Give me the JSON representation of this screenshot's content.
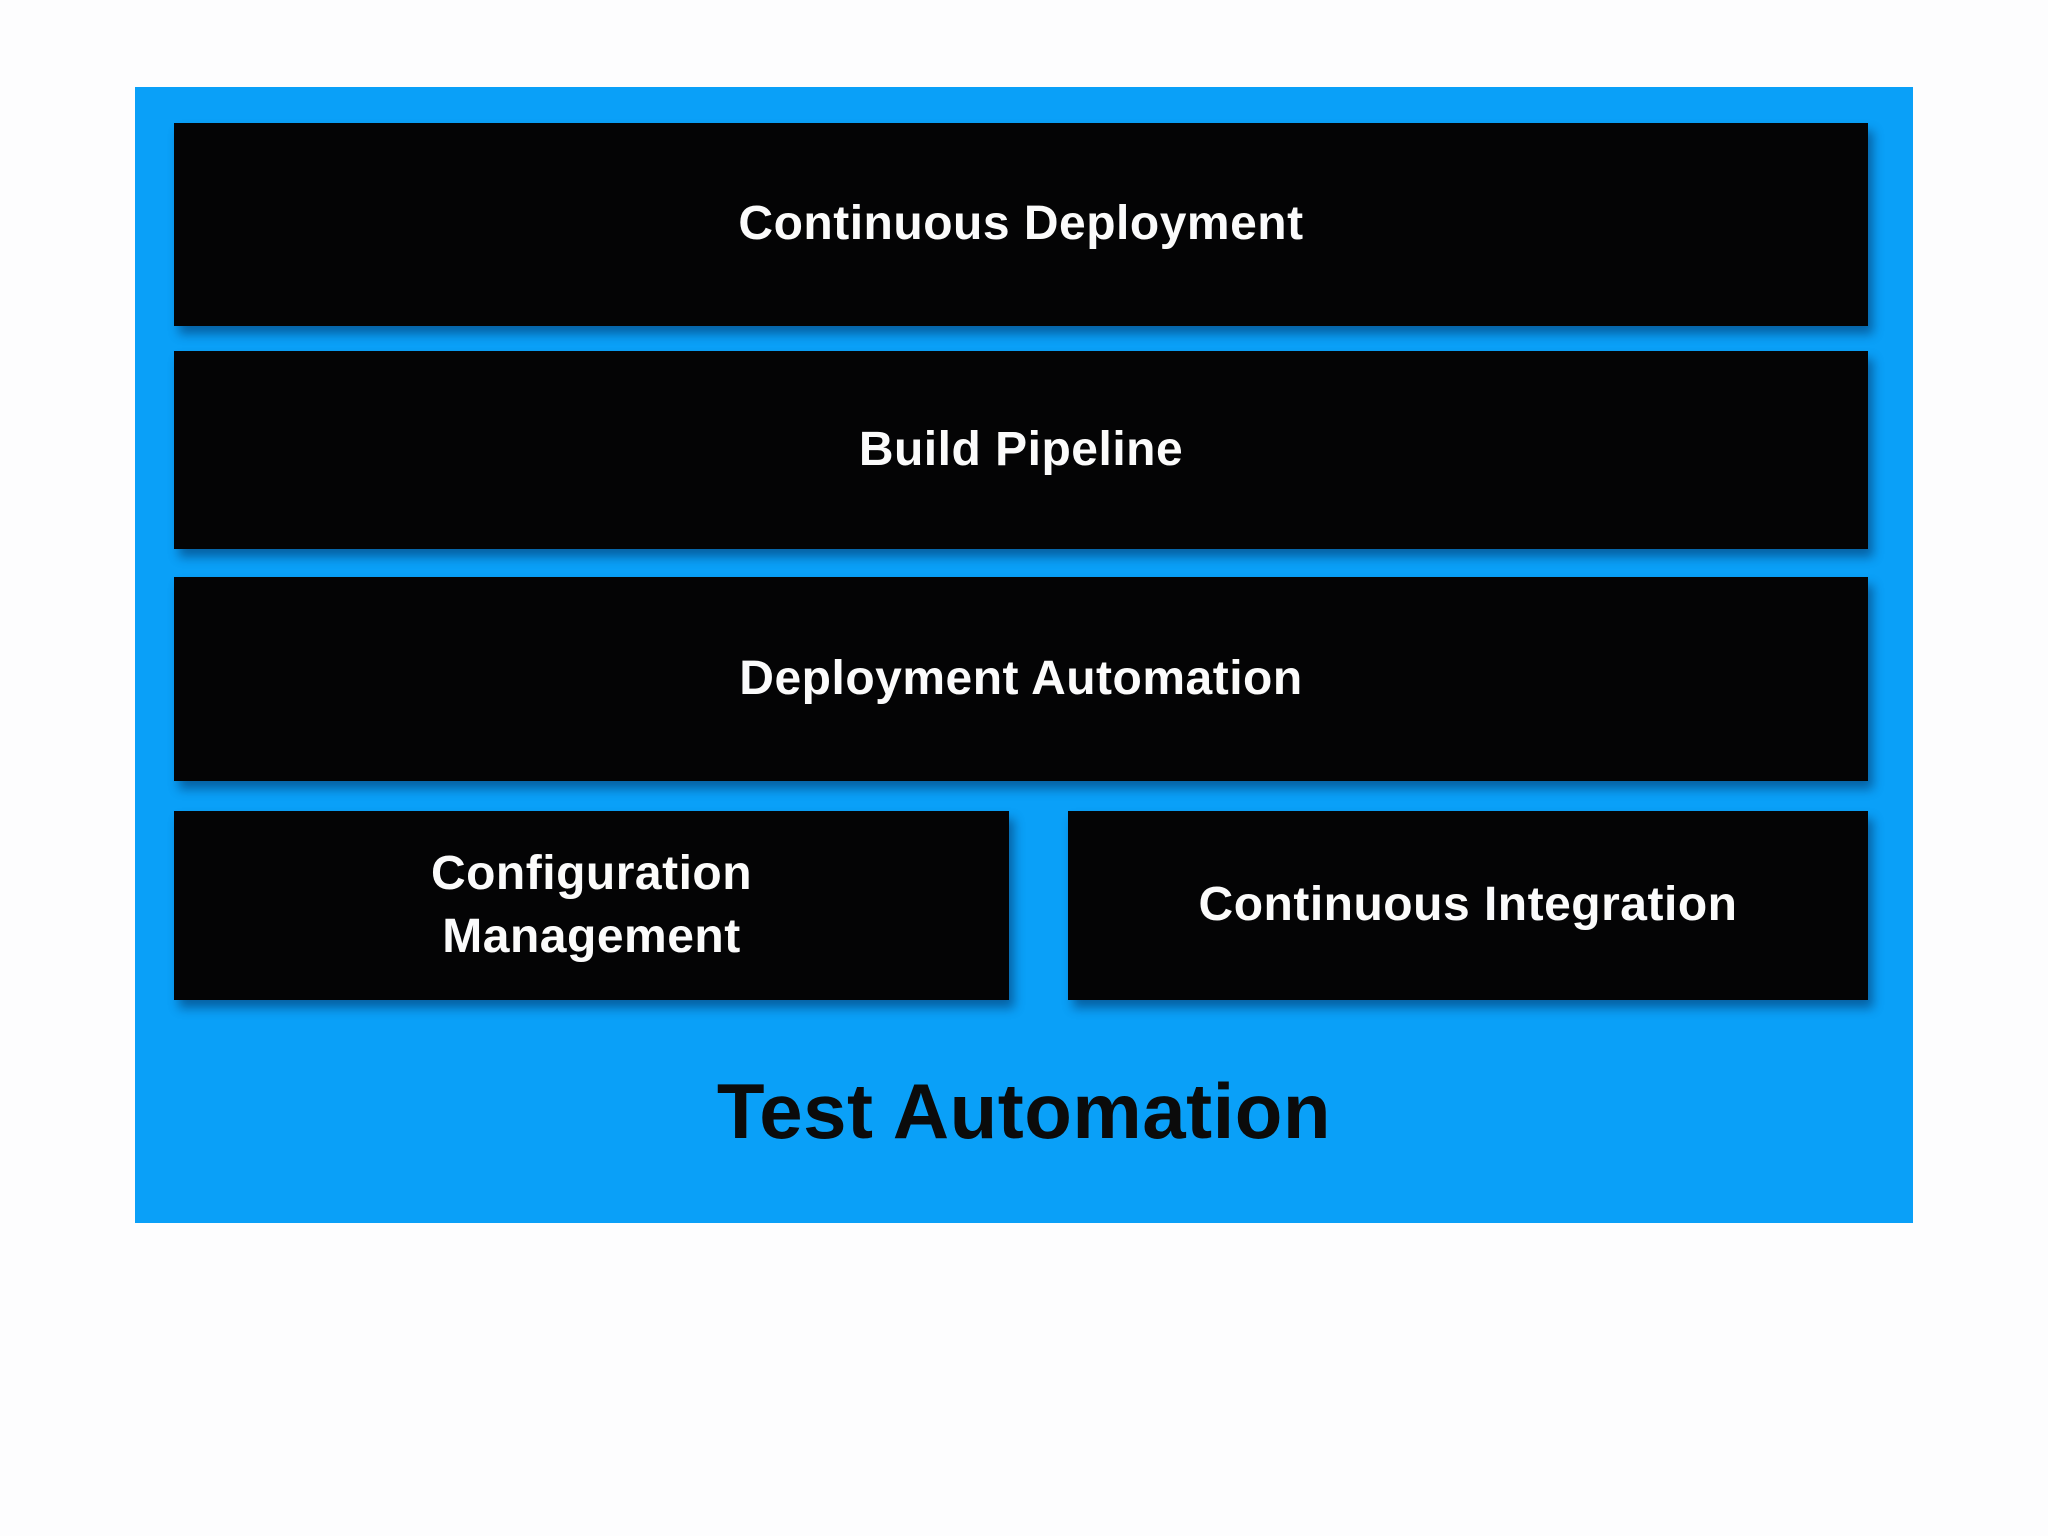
{
  "diagram": {
    "title": "Test Automation",
    "layers": [
      {
        "id": "continuous-deployment",
        "label": "Continuous Deployment"
      },
      {
        "id": "build-pipeline",
        "label": "Build Pipeline"
      },
      {
        "id": "deployment-automation",
        "label": "Deployment Automation"
      },
      {
        "id": "configuration-management",
        "label": "Configuration Management"
      },
      {
        "id": "continuous-integration",
        "label": "Continuous Integration"
      }
    ],
    "colors": {
      "container": "#0aa0f8",
      "box": "#040405",
      "box_text": "#fbfbfb",
      "title_text": "#0b0b0b",
      "page_bg": "#fdfdfe"
    }
  }
}
